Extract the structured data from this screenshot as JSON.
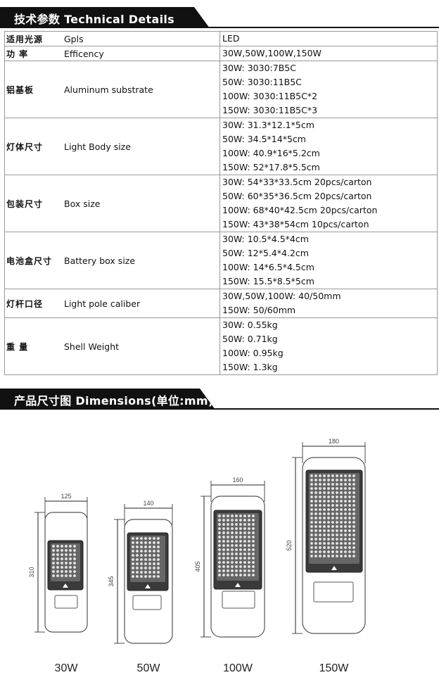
{
  "header1": {
    "title": "技术参数  Technical Details"
  },
  "specs": [
    {
      "zh": "适用光源",
      "en": "Gpls",
      "values": [
        "LED"
      ]
    },
    {
      "zh": "功    率",
      "en": "Efficency",
      "values": [
        "30W,50W,100W,150W"
      ]
    },
    {
      "zh": "铝基板",
      "en": "Aluminum substrate",
      "values": [
        "30W: 3030:7B5C",
        "50W: 3030:11B5C",
        "100W: 3030:11B5C*2",
        "150W: 3030:11B5C*3"
      ]
    },
    {
      "zh": "灯体尺寸",
      "en": "Light Body size",
      "values": [
        "30W: 31.3*12.1*5cm",
        "50W: 34.5*14*5cm",
        "100W: 40.9*16*5.2cm",
        "150W: 52*17.8*5.5cm"
      ]
    },
    {
      "zh": "包装尺寸",
      "en": "Box size",
      "values": [
        "30W: 54*33*33.5cm 20pcs/carton",
        "50W: 60*35*36.5cm 20pcs/carton",
        "100W: 68*40*42.5cm 20pcs/carton",
        "150W: 43*38*54cm 10pcs/carton"
      ]
    },
    {
      "zh": "电池盒尺寸",
      "en": "Battery box size",
      "values": [
        "30W: 10.5*4.5*4cm",
        "50W: 12*5.4*4.2cm",
        "100W: 14*6.5*4.5cm",
        "150W: 15.5*8.5*5cm"
      ]
    },
    {
      "zh": "灯杆口径",
      "en": "Light pole caliber",
      "values": [
        "30W,50W,100W: 40/50mm",
        "150W: 50/60mm"
      ]
    },
    {
      "zh": "重    量",
      "en": "Shell Weight",
      "values": [
        "30W: 0.55kg",
        "50W: 0.71kg",
        "100W: 0.95kg",
        "150W: 1.3kg"
      ]
    }
  ],
  "header2": {
    "title": "产品尺寸图  Dimensions(单位:mm)"
  },
  "dimensions": [
    {
      "width": "125",
      "height": "310",
      "label": "30W"
    },
    {
      "width": "140",
      "height": "345",
      "label": "50W"
    },
    {
      "width": "160",
      "height": "405",
      "label": "100W"
    },
    {
      "width": "180",
      "height": "520",
      "label": "150W"
    }
  ]
}
